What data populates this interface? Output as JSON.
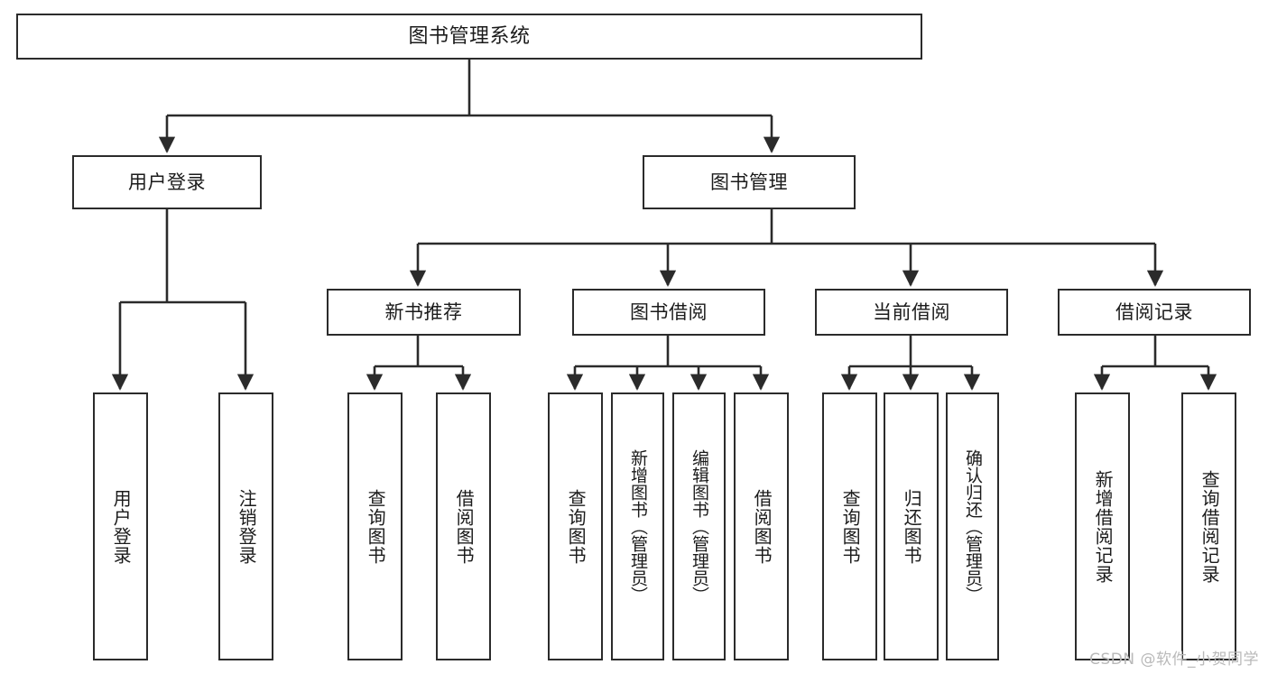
{
  "diagram": {
    "title": "图书管理系统",
    "type": "tree",
    "style": {
      "box_border_color": "#2b2b2b",
      "box_fill_color": "#ffffff",
      "line_color": "#2b2b2b",
      "text_color": "#1b1b1b",
      "background": "#ffffff"
    }
  },
  "nodes": {
    "root": {
      "label": "图书管理系统"
    },
    "level2": [
      {
        "label": "用户登录"
      },
      {
        "label": "图书管理"
      }
    ],
    "level3": [
      {
        "label": "新书推荐"
      },
      {
        "label": "图书借阅"
      },
      {
        "label": "当前借阅"
      },
      {
        "label": "借阅记录"
      }
    ],
    "leaves": {
      "user_login": [
        {
          "label": "用户登录"
        },
        {
          "label": "注销登录"
        }
      ],
      "new_book_recommend": [
        {
          "label": "查询图书"
        },
        {
          "label": "借阅图书"
        }
      ],
      "book_borrow": [
        {
          "label": "查询图书"
        },
        {
          "label": "新增图书（管理员）"
        },
        {
          "label": "编辑图书（管理员）"
        },
        {
          "label": "借阅图书"
        }
      ],
      "current_borrow": [
        {
          "label": "查询图书"
        },
        {
          "label": "归还图书"
        },
        {
          "label": "确认归还（管理员）"
        }
      ],
      "borrow_record": [
        {
          "label": "新增借阅记录"
        },
        {
          "label": "查询借阅记录"
        }
      ]
    }
  },
  "watermark": {
    "text": "CSDN @软件_小贺同学"
  }
}
